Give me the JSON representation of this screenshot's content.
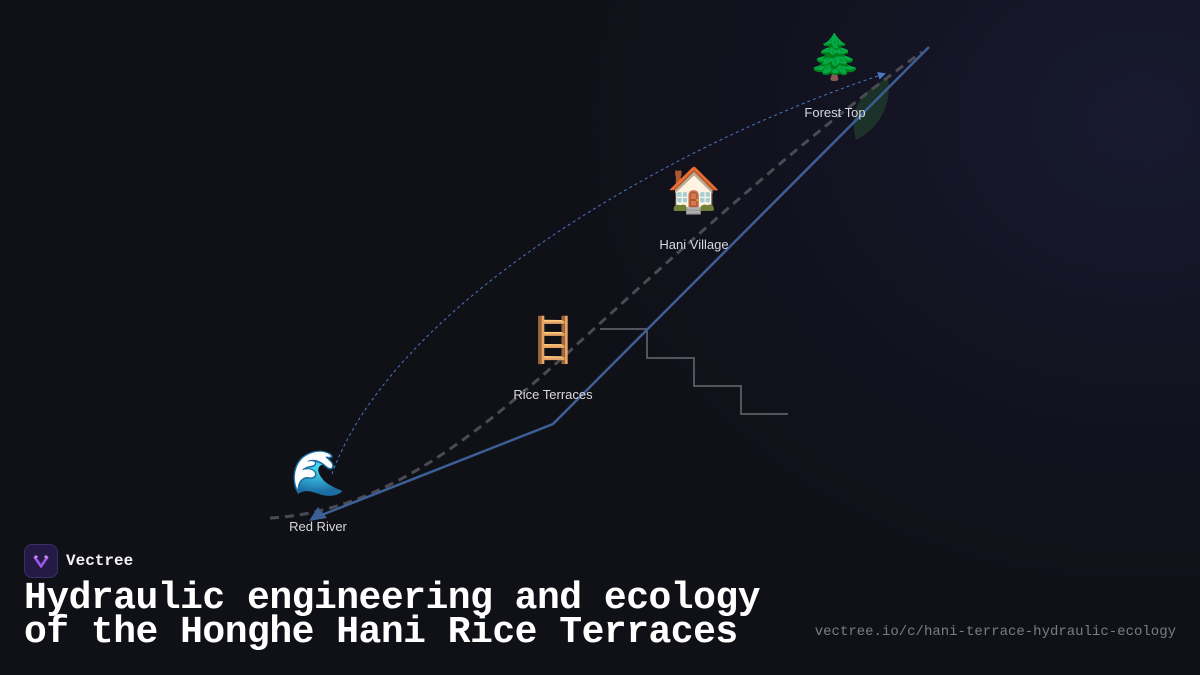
{
  "diagram": {
    "nodes": [
      {
        "id": "forest-top",
        "label": "Forest Top",
        "icon": "evergreen-tree-icon",
        "glyph": "🌲"
      },
      {
        "id": "hani-village",
        "label": "Hani Village",
        "icon": "house-icon",
        "glyph": "🏠"
      },
      {
        "id": "rice-terraces",
        "label": "Rice Terraces",
        "icon": "ladder-icon",
        "glyph": "🪜"
      },
      {
        "id": "red-river",
        "label": "Red River",
        "icon": "water-wave-icon",
        "glyph": "🌊"
      }
    ],
    "colors": {
      "slope_line": "#3c5f95",
      "water_cycle_dashed": "#4a78c0",
      "drain_dashed": "#4a4a52",
      "terrace_steps": "#6a6a72",
      "leaf": "#1f3a2a"
    }
  },
  "brand": {
    "name": "Vectree",
    "logo_icon": "vectree-logo-icon"
  },
  "title": "Hydraulic engineering and ecology of the Honghe Hani Rice Terraces",
  "url": "vectree.io/c/hani-terrace-hydraulic-ecology"
}
